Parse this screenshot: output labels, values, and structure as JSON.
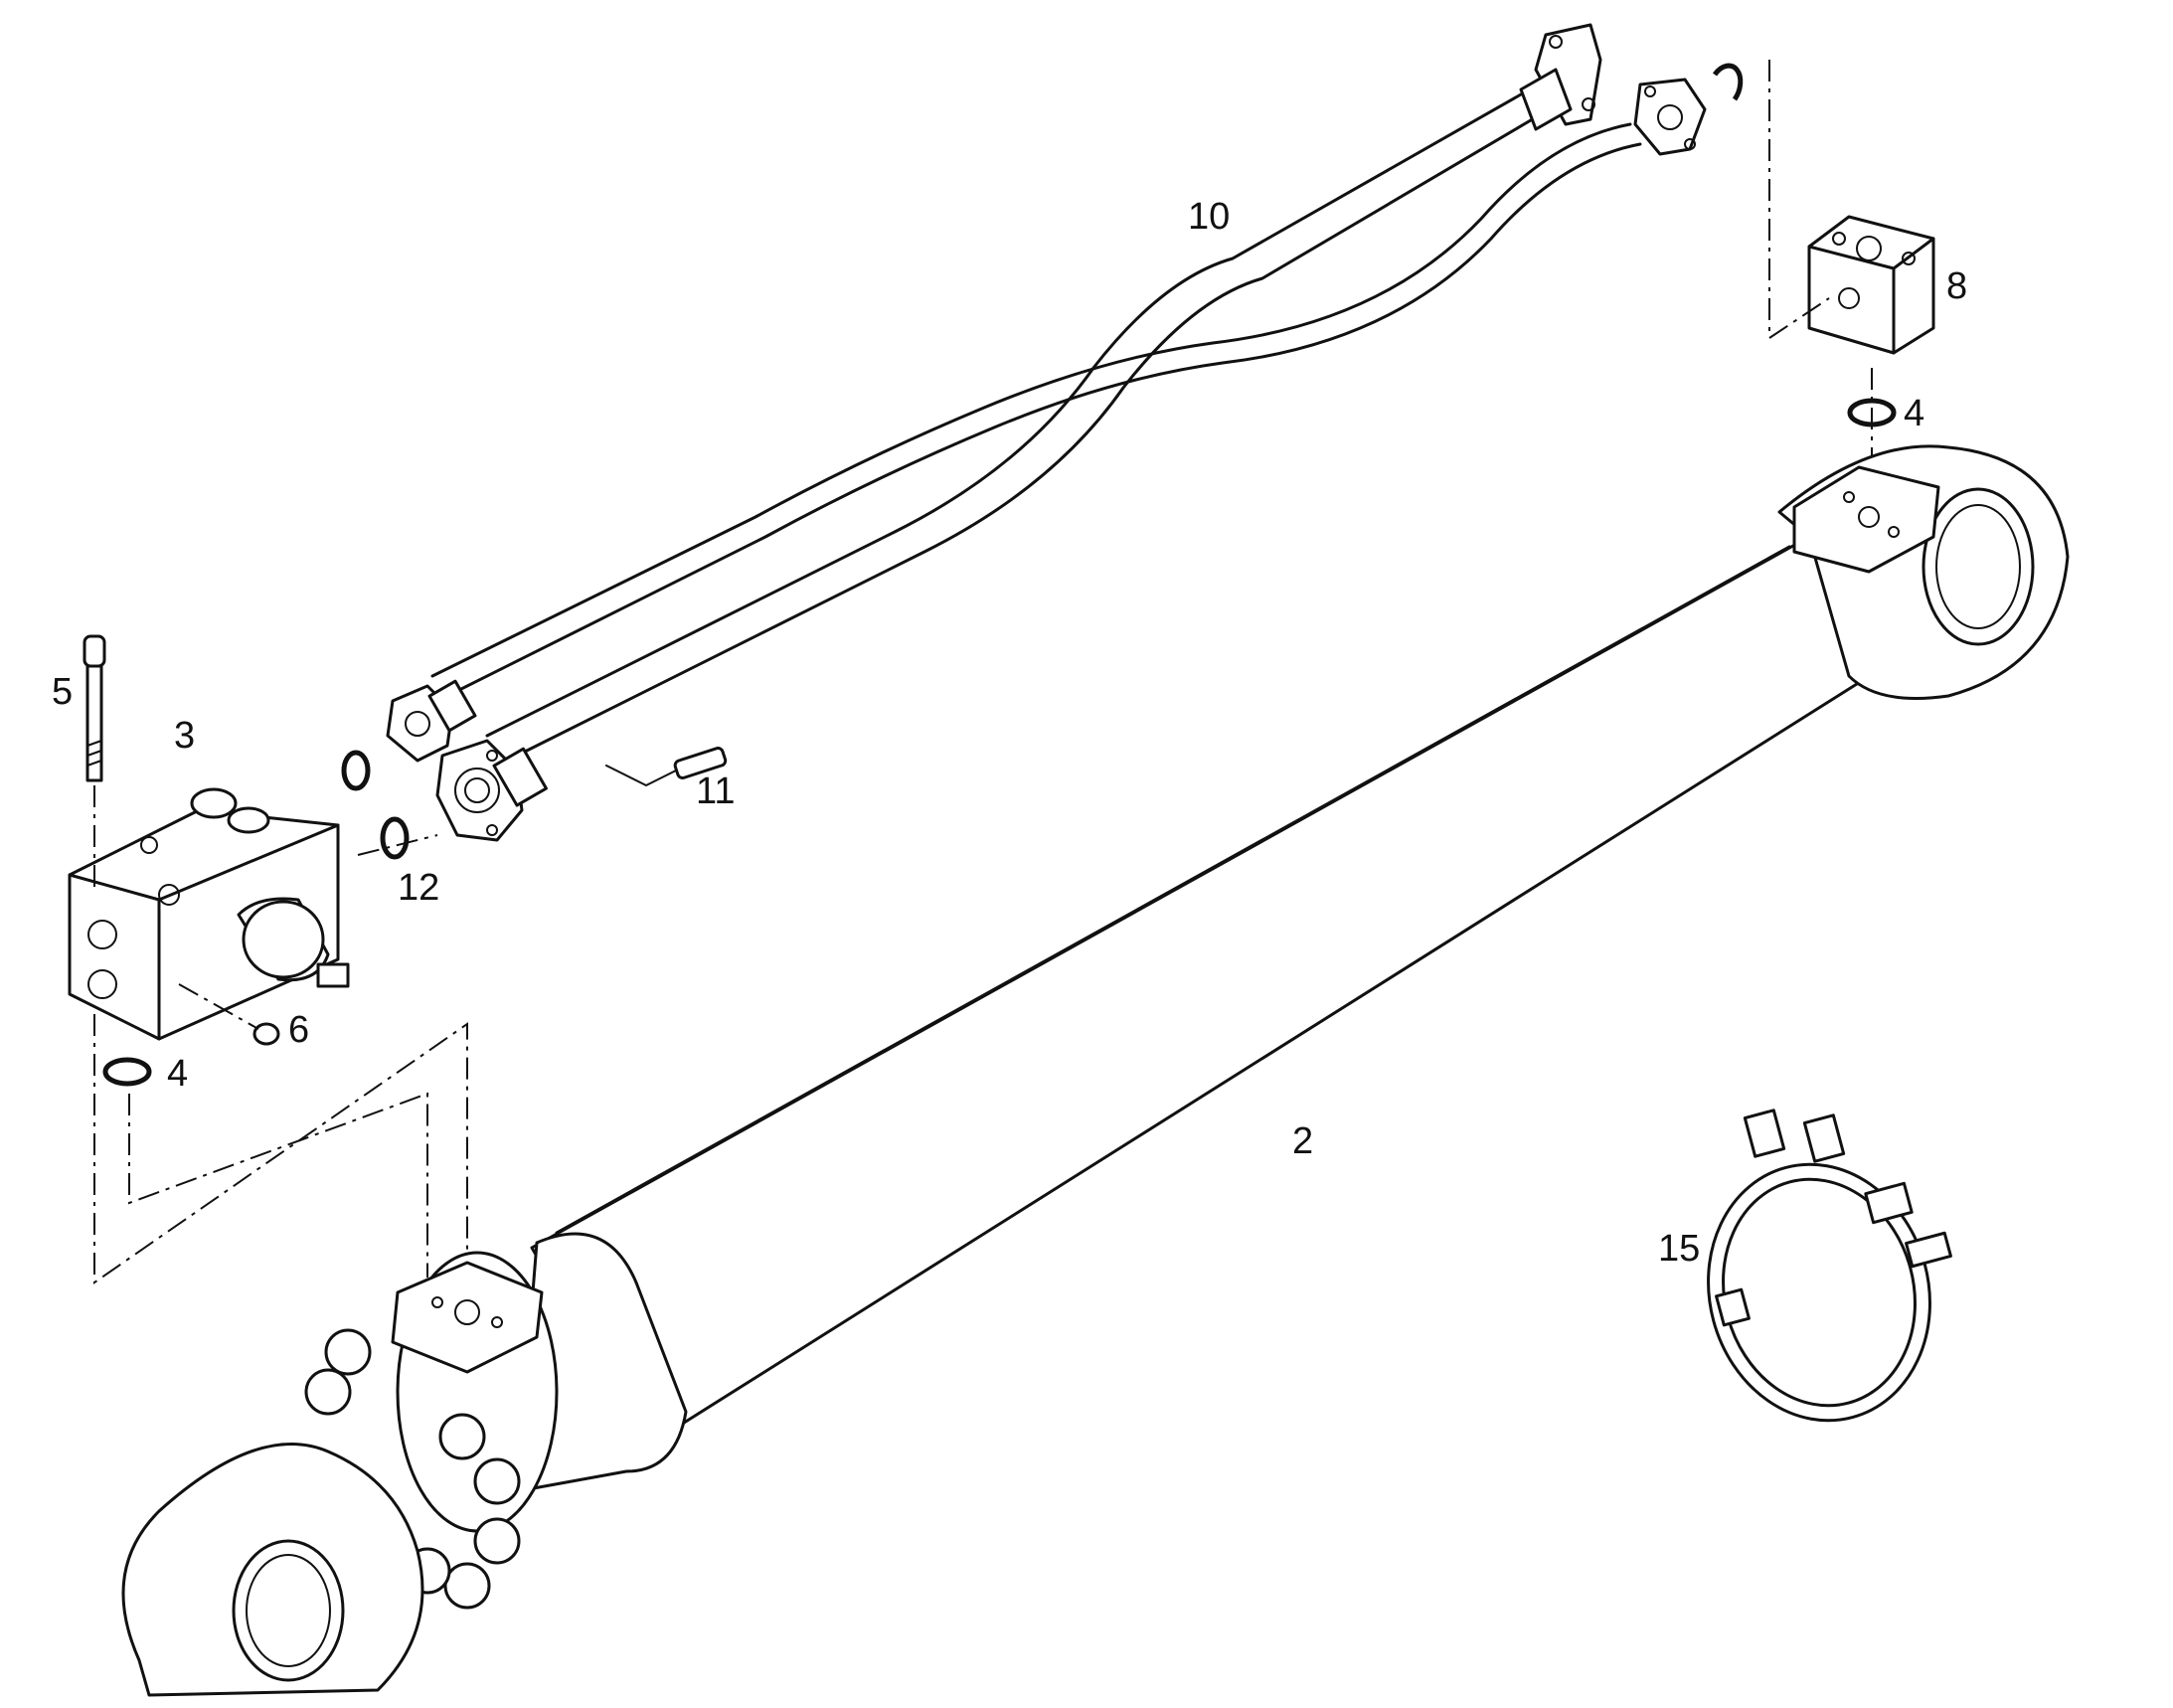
{
  "callouts": [
    {
      "id": "2",
      "label": "2"
    },
    {
      "id": "3",
      "label": "3"
    },
    {
      "id": "4a",
      "label": "4"
    },
    {
      "id": "4b",
      "label": "4"
    },
    {
      "id": "5",
      "label": "5"
    },
    {
      "id": "6",
      "label": "6"
    },
    {
      "id": "8",
      "label": "8"
    },
    {
      "id": "10",
      "label": "10"
    },
    {
      "id": "11",
      "label": "11"
    },
    {
      "id": "12",
      "label": "12"
    },
    {
      "id": "15",
      "label": "15"
    }
  ]
}
